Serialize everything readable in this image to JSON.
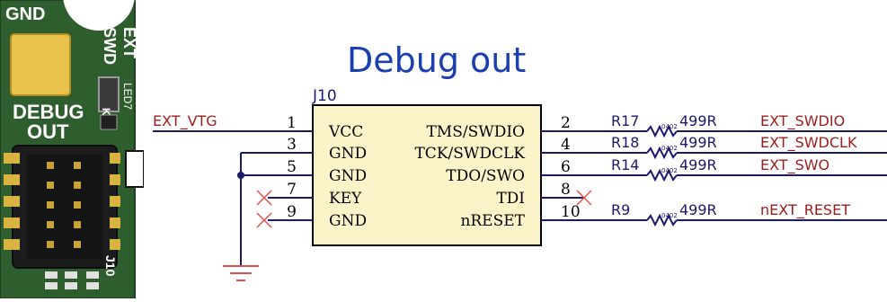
{
  "board": {
    "gnd_label": "GND",
    "ext_label": "EXT",
    "swd_label": "SWD",
    "led_label": "LED7",
    "debug_label": "DEBUG",
    "out_label": "OUT",
    "j10_label": "J10",
    "k_label": "K"
  },
  "schematic": {
    "title": "Debug out",
    "designator": "J10",
    "left_pins": [
      {
        "num": "1",
        "name": "VCC",
        "net": "EXT_VTG"
      },
      {
        "num": "3",
        "name": "GND"
      },
      {
        "num": "5",
        "name": "GND"
      },
      {
        "num": "7",
        "name": "KEY"
      },
      {
        "num": "9",
        "name": "GND"
      }
    ],
    "right_pins": [
      {
        "num": "2",
        "name": "TMS/SWDIO",
        "resistor": "R17",
        "value": "499R",
        "footprint": "0402",
        "net": "EXT_SWDIO"
      },
      {
        "num": "4",
        "name": "TCK/SWDCLK",
        "resistor": "R18",
        "value": "499R",
        "footprint": "0402",
        "net": "EXT_SWDCLK"
      },
      {
        "num": "6",
        "name": "TDO/SWO",
        "resistor": "R14",
        "value": "499R",
        "footprint": "0402",
        "net": "EXT_SWO"
      },
      {
        "num": "8",
        "name": "TDI"
      },
      {
        "num": "10",
        "name": "nRESET",
        "resistor": "R9",
        "value": "499R",
        "footprint": "0402",
        "net": "nEXT_RESET"
      }
    ],
    "colors": {
      "title": "#1a3fae",
      "wire": "#1a1a6e",
      "box_fill": "#fbf4c8",
      "box_stroke": "#000000",
      "net_label": "#9b1c1c",
      "resistor": "#1a1a6e",
      "nc_cross": "#e05050"
    }
  }
}
